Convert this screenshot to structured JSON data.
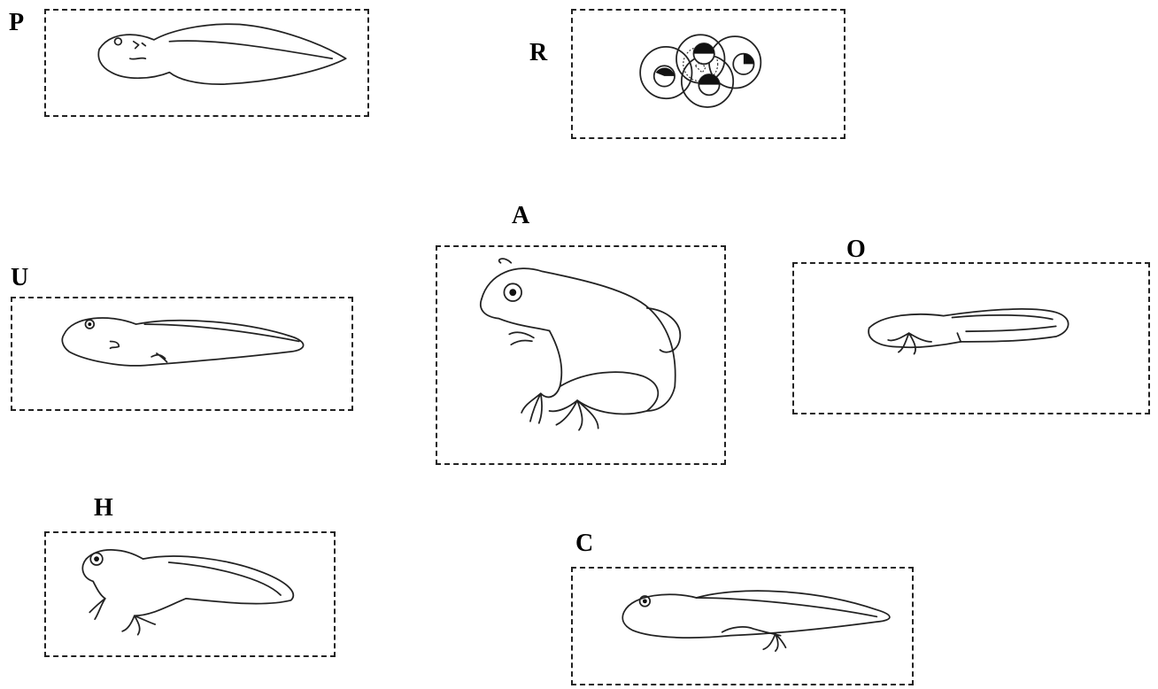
{
  "stages": [
    {
      "label": "P",
      "icon": "tadpole-early-icon"
    },
    {
      "label": "R",
      "icon": "frog-eggs-icon"
    },
    {
      "label": "A",
      "icon": "adult-frog-icon"
    },
    {
      "label": "U",
      "icon": "tadpole-back-legs-icon"
    },
    {
      "label": "O",
      "icon": "tadpole-four-legs-icon"
    },
    {
      "label": "H",
      "icon": "froglet-with-tail-icon"
    },
    {
      "label": "C",
      "icon": "tadpole-legs-icon"
    }
  ]
}
